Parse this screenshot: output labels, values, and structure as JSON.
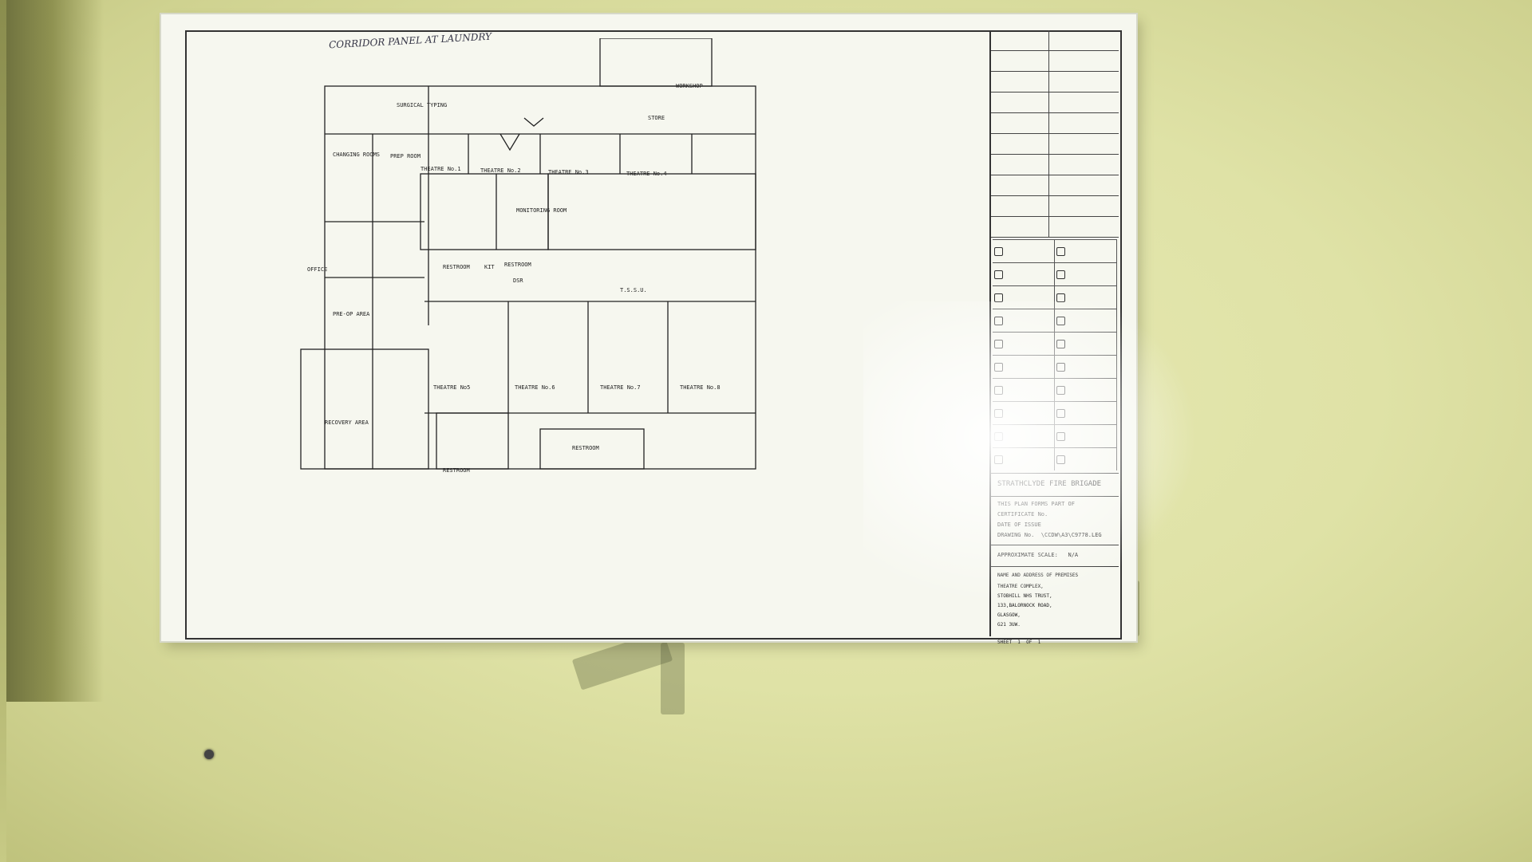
{
  "poster": {
    "handwritten_note": "CORRIDOR PANEL AT LAUNDRY",
    "title_block": {
      "brigade": "STRATHCLYDE FIRE BRIGADE",
      "plan_note": "THIS PLAN FORMS PART OF",
      "certificate": "CERTIFICATE No.",
      "date_of_issue": "DATE OF ISSUE",
      "drawing_no": "DRAWING No.  \\CCDW\\A3\\C9778.LEG",
      "scale": "APPROXIMATE SCALE:   N/A",
      "name_address_heading": "NAME AND ADDRESS OF PREMISES",
      "address_lines": [
        "THEATRE COMPLEX,",
        "STOBHILL NHS TRUST,",
        "133,BALORNOCK ROAD,",
        "GLASGOW,",
        "G21 3UW."
      ],
      "sheet": "SHEET  1  OF  1"
    },
    "rooms": {
      "surgical_typing": "SURGICAL TYPING",
      "changing_rooms": "CHANGING ROOMS",
      "workshop": "WORKSHOP",
      "store": "STORE",
      "prep_room": "PREP ROOM",
      "theatre1": "THEATRE No.1",
      "theatre2": "THEATRE No.2",
      "theatre3": "THEATRE No.3",
      "theatre4": "THEATRE No.4",
      "monitoring_room": "MONITORING ROOM",
      "restroom": "RESTROOM",
      "kit": "KIT",
      "dsr": "DSR",
      "tssu": "T.S.S.U.",
      "office": "OFFICE",
      "preop": "PRE-OP AREA",
      "theatre5": "THEATRE No5",
      "theatre6": "THEATRE No.6",
      "theatre7": "THEATRE No.7",
      "theatre8": "THEATRE No.8",
      "recovery": "RECOVERY AREA"
    }
  }
}
